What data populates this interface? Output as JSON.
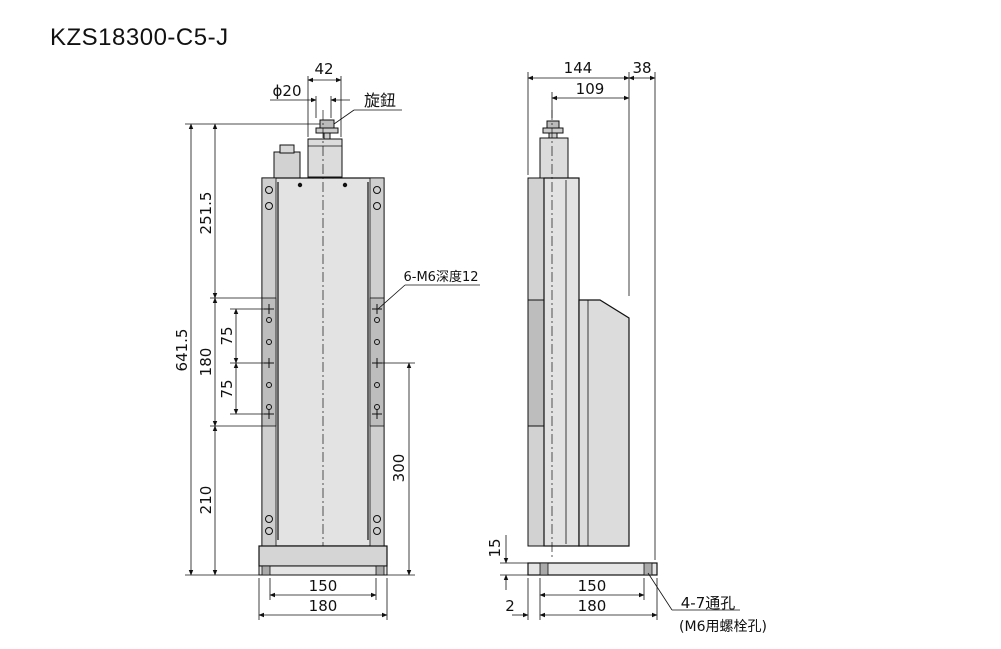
{
  "title": "KZS18300-C5-J",
  "front_view": {
    "dims": {
      "top_width": "42",
      "knob_dia": "ϕ20",
      "knob_label": "旋鈕",
      "total_height": "641.5",
      "upper": "251.5",
      "middle": "180",
      "pitch_a": "75",
      "pitch_b": "75",
      "lower": "210",
      "stroke": "300",
      "mount_holes": "6-M6深度12",
      "hole_pitch": "150",
      "base_width": "180"
    }
  },
  "side_view": {
    "dims": {
      "depth": "144",
      "offset": "38",
      "knob_offset": "109",
      "base_thickness": "15",
      "base_step": "2",
      "hole_pitch": "150",
      "base_width": "180",
      "through_holes": "4-7通孔",
      "through_holes_note": "(M6用螺栓孔)"
    }
  },
  "colors": {
    "body_fill": "#e3e3e3",
    "body_dark": "#cfcfcf",
    "line": "#111111"
  }
}
